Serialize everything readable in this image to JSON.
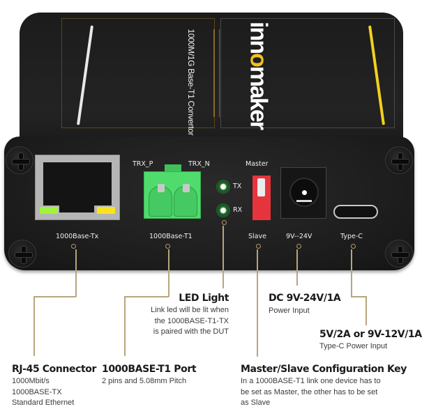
{
  "device": {
    "top_caption": "1000M/1G Base-T1 Convertor",
    "brand": {
      "part1": "inn",
      "accent": "o",
      "part2": "maker"
    },
    "colors": {
      "body": "#1e1e1e",
      "accent_gold": "#b8a47f",
      "stripe_yellow": "#f2d11c",
      "terminal_green": "#4fdc6c",
      "switch_red": "#e6343d"
    },
    "front_labels": {
      "trx_p": "TRX_P",
      "trx_n": "TRX_N",
      "tx": "TX",
      "rx": "RX",
      "master": "Master",
      "slave": "Slave",
      "rj45_port": "1000Base-Tx",
      "t1_port": "1000Base-T1",
      "dc_port": "9V--24V",
      "typec_port": "Type-C"
    }
  },
  "annotations": {
    "led": {
      "title": "LED Light",
      "lines": [
        "Link led will be lit when",
        "the 1000BASE-T1-TX",
        "is paired with the DUT"
      ]
    },
    "dc": {
      "title": "DC 9V-24V/1A",
      "lines": [
        "Power Input"
      ]
    },
    "typec": {
      "title": "5V/2A or 9V-12V/1A",
      "lines": [
        "Type-C Power Input"
      ]
    },
    "rj45": {
      "title": "RJ-45 Connector",
      "lines": [
        "1000Mbit/s",
        "1000BASE-TX",
        "Standard Ethernet"
      ]
    },
    "t1": {
      "title": "1000BASE-T1 Port",
      "lines": [
        "2 pins and 5.08mm Pitch"
      ]
    },
    "ms": {
      "title": "Master/Slave Configuration Key",
      "lines": [
        "In a 1000BASE-T1 link one device has to",
        "be set as Master, the other has to be set",
        "as Slave"
      ]
    }
  }
}
